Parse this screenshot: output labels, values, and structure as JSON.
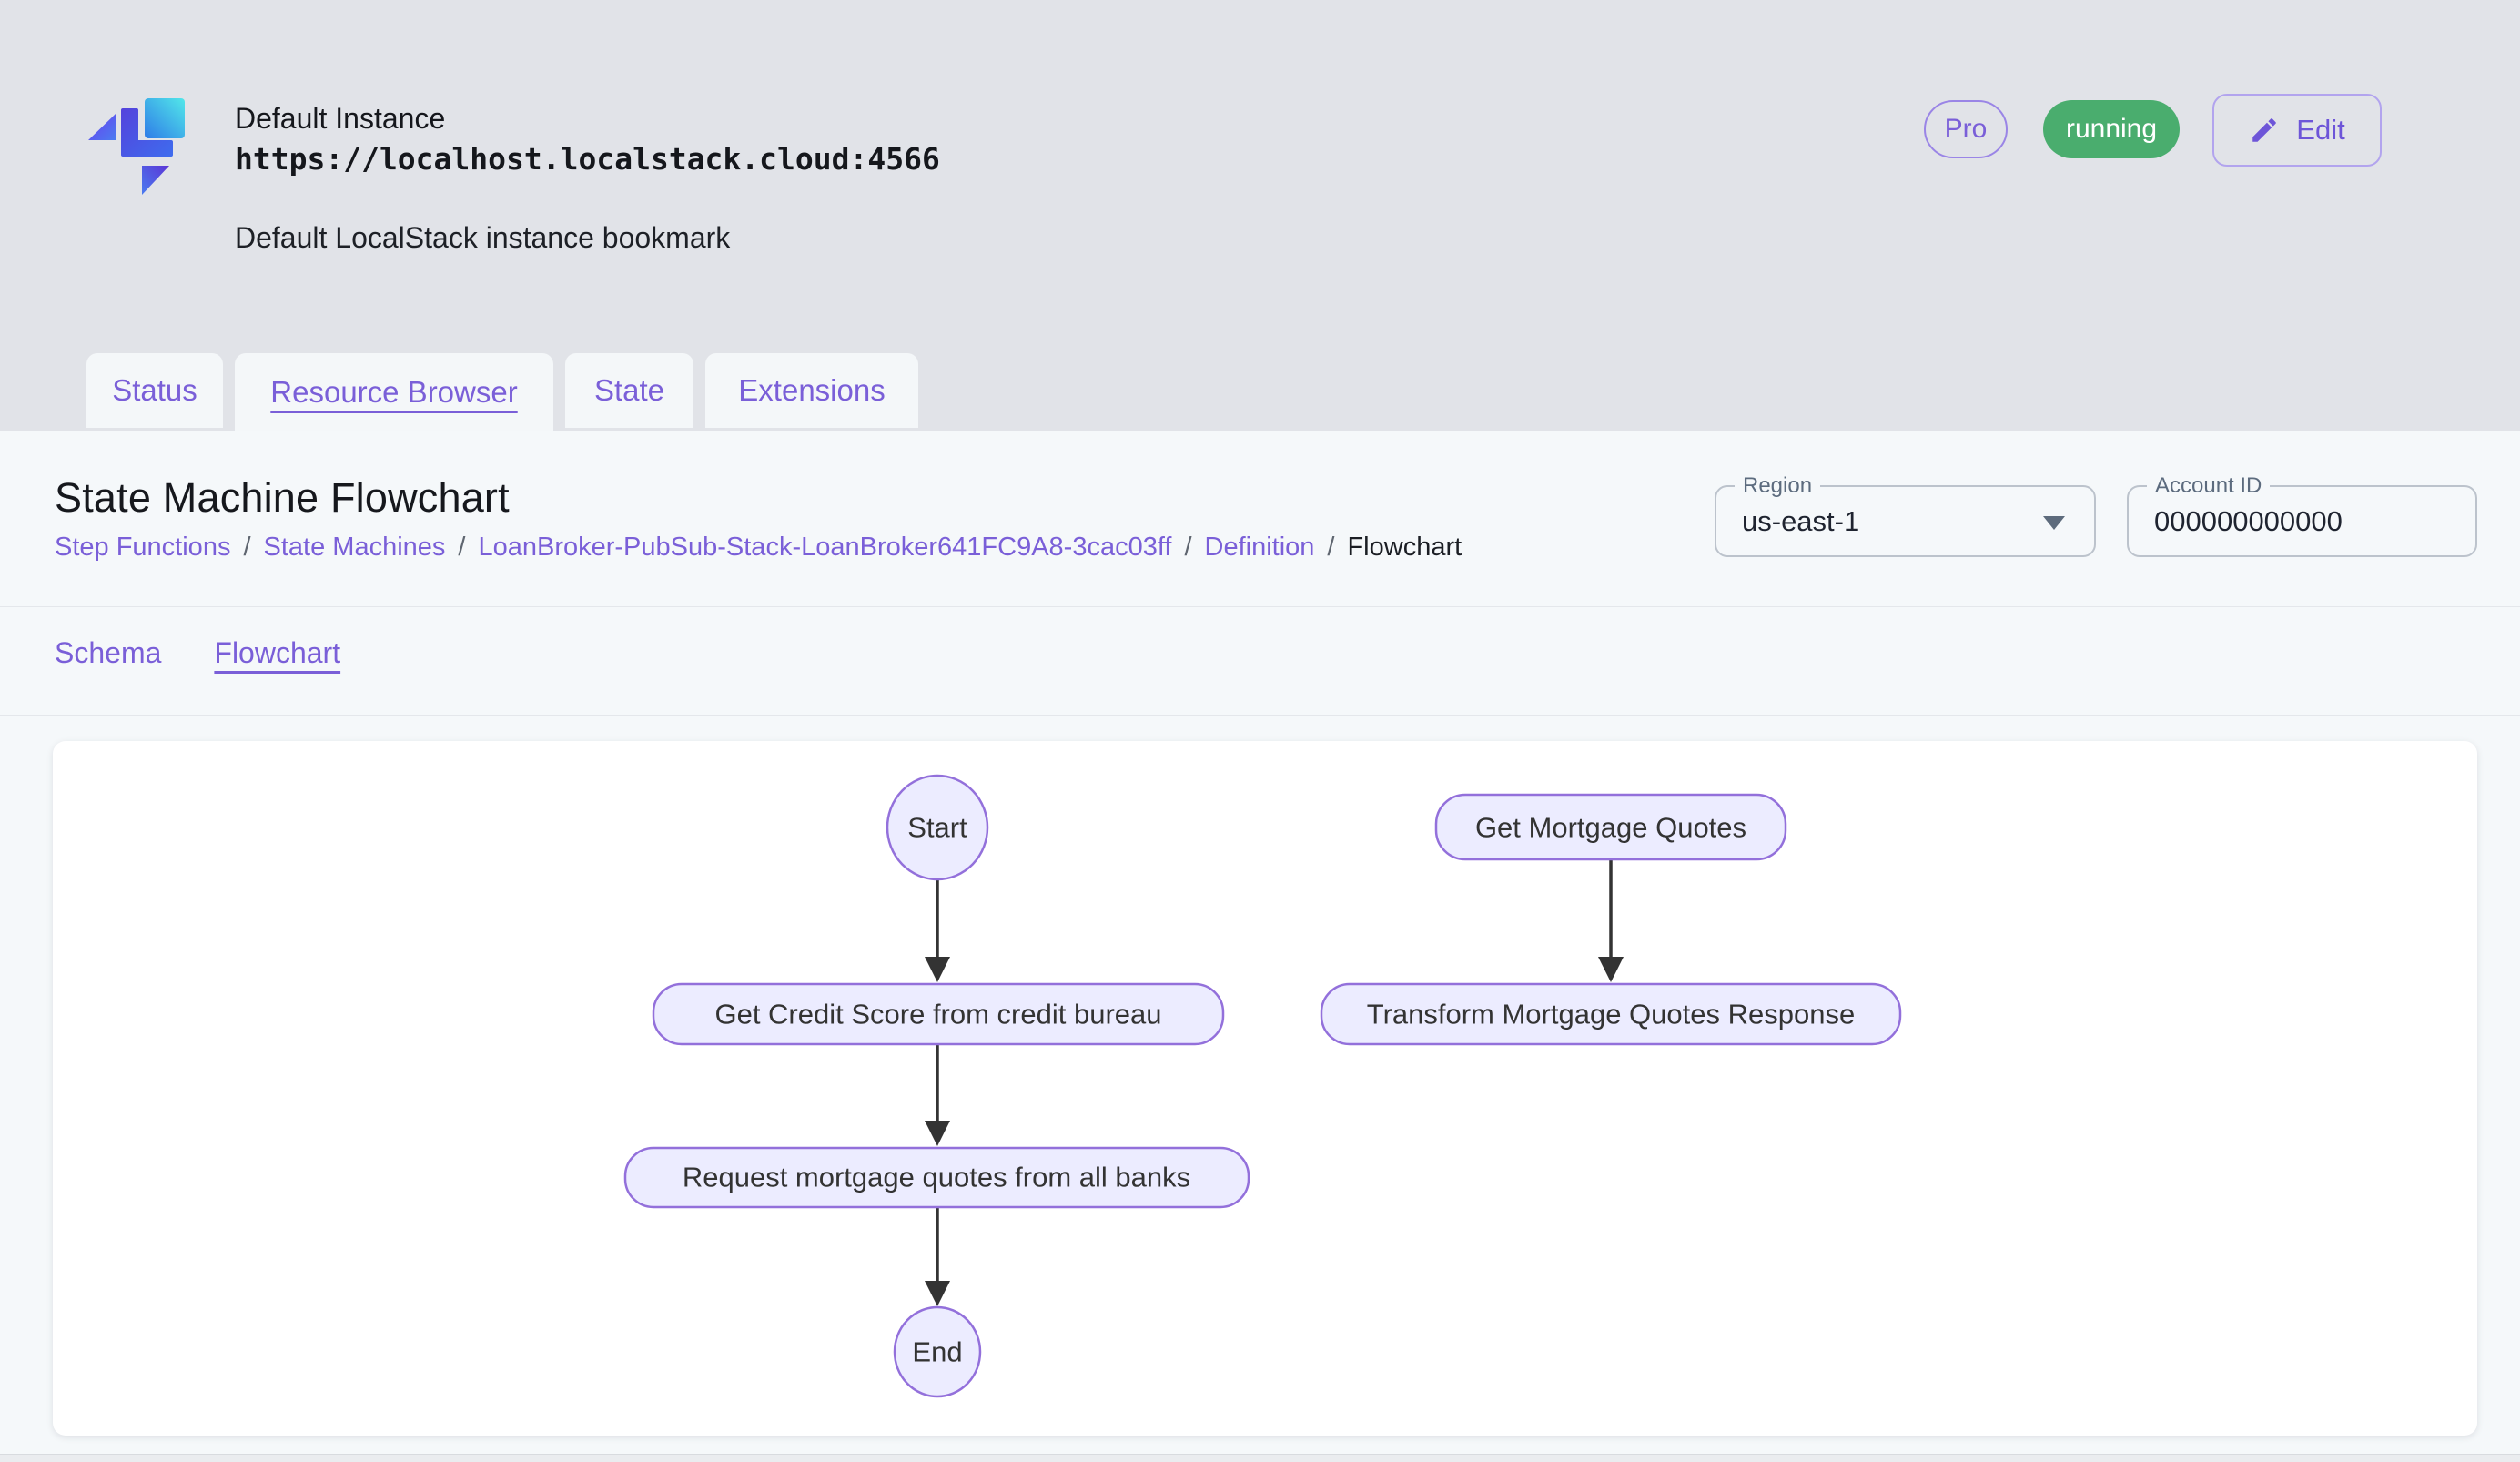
{
  "colors": {
    "accent_purple": "#7a5fd8",
    "status_green": "#4aad6e",
    "node_fill": "#ececff",
    "node_border": "#9370db",
    "arrow": "#333333",
    "page_background": "#e1e3e8",
    "panel_background": "#f5f8fa"
  },
  "header": {
    "instance_name": "Default Instance",
    "instance_url": "https://localhost.localstack.cloud:4566",
    "instance_description": "Default LocalStack instance bookmark",
    "pro_badge": "Pro",
    "status_badge": "running",
    "edit_button": "Edit"
  },
  "tabs": [
    {
      "label": "Status"
    },
    {
      "label": "Resource Browser"
    },
    {
      "label": "State"
    },
    {
      "label": "Extensions"
    }
  ],
  "page": {
    "title": "State Machine Flowchart",
    "breadcrumb": [
      "Step Functions",
      "State Machines",
      "LoanBroker-PubSub-Stack-LoanBroker641FC9A8-3cac03ff",
      "Definition",
      "Flowchart"
    ],
    "breadcrumb_separator": "/",
    "region_label": "Region",
    "region_value": "us-east-1",
    "account_label": "Account ID",
    "account_value": "000000000000",
    "subtabs": [
      {
        "label": "Schema"
      },
      {
        "label": "Flowchart"
      }
    ]
  },
  "flowchart": {
    "nodes": {
      "start": "Start",
      "get_mortgage_quotes": "Get Mortgage Quotes",
      "get_credit_score": "Get Credit Score from credit bureau",
      "transform_response": "Transform Mortgage Quotes Response",
      "request_quotes": "Request mortgage quotes from all banks",
      "end": "End"
    }
  }
}
